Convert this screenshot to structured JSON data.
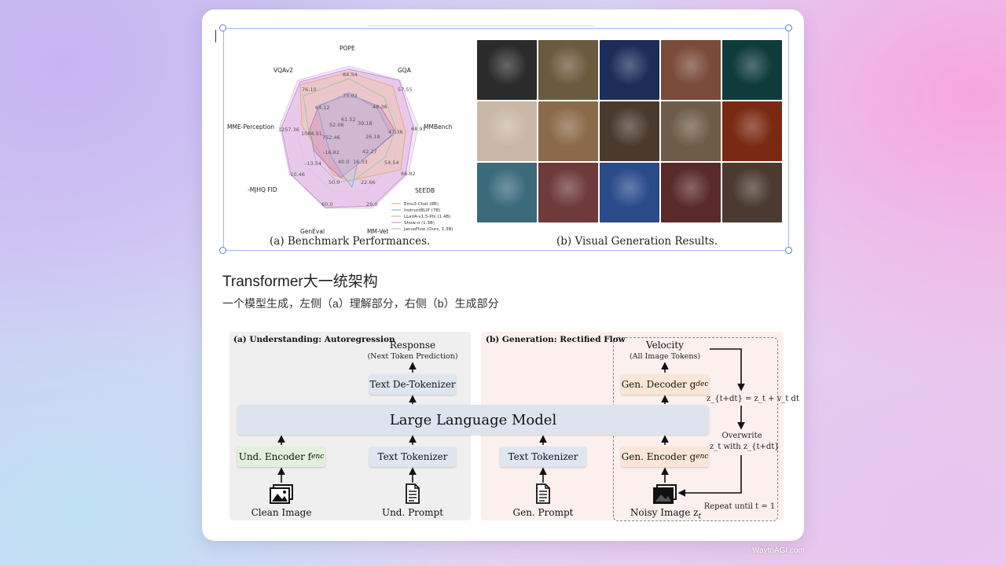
{
  "radar": {
    "axes": [
      "POPE",
      "GQA",
      "MMBench",
      "SEEDB",
      "MM-Vet",
      "GenEval",
      "-MJHQ FID",
      "MME-Perception",
      "VQAv2"
    ],
    "values": [
      "84.54",
      "73.03",
      "64.12",
      "61.52",
      "52.06",
      "1084.91",
      "752.46",
      "1257.36",
      "-16.82",
      "-13.54",
      "-10.46",
      "42.27",
      "40.0",
      "16.33",
      "22.66",
      "29.0",
      "50.0",
      "60.0",
      "76.10",
      "57.55",
      "48.36",
      "39.18",
      "26.18",
      "47.36",
      "68.93",
      "54.54",
      "66.82"
    ],
    "legend": [
      "Emu3-Chat (8B)",
      "InstructBLIP (7B)",
      "LLaVA-v1.5-Phi (1.4B)",
      "Show-o (1.3B)",
      "JanusFlow (Ours, 1.3B)"
    ],
    "colors": {
      "emu3": "#e9b98a",
      "instructblip": "#8fb2e3",
      "llava": "#9fd39a",
      "showo": "#d79bc7",
      "janus": "#cfb0e6"
    }
  },
  "captions": {
    "a": "(a)  Benchmark Performances.",
    "b": "(b)  Visual Generation Results."
  },
  "section": {
    "title": "Transformer大一统架构",
    "description": "一个模型生成，左侧（a）理解部分，右侧（b）生成部分"
  },
  "diagram": {
    "panel_a_title": "(a) Understanding: Autoregression",
    "panel_b_title": "(b) Generation: Rectified Flow",
    "response": "Response",
    "response_sub": "(Next Token Prediction)",
    "text_detokenizer": "Text De-Tokenizer",
    "llm": "Large Language Model",
    "und_encoder": "Und. Encoder f",
    "und_encoder_sub": "enc",
    "text_tokenizer_a": "Text Tokenizer",
    "clean_image": "Clean Image",
    "und_prompt": "Und. Prompt",
    "text_tokenizer_b": "Text Tokenizer",
    "gen_prompt": "Gen. Prompt",
    "velocity": "Velocity",
    "velocity_sub": "(All Image Tokens)",
    "gen_decoder": "Gen. Decoder g",
    "gen_decoder_sub": "dec",
    "gen_encoder": "Gen. Encoder g",
    "gen_encoder_sub": "enc",
    "noisy_image": "Noisy Image z",
    "noisy_image_sub": "t",
    "update_eq": "z_{t+dt} = z_t + v_t dt",
    "overwrite": "Overwrite",
    "overwrite_eq": "z_t with z_{t+dt}",
    "repeat": "Repeat until t = 1"
  },
  "tiles": [
    "#2b2b2b",
    "#6b5a3e",
    "#1e2c5a",
    "#7a4a3a",
    "#0f3b3a",
    "#c9b7a6",
    "#8a6a4a",
    "#4a3a2e",
    "#6f5c48",
    "#7a2a12",
    "#3b6a7a",
    "#6e3a3a",
    "#2a4a8a",
    "#5a2a2a",
    "#4a3a30"
  ],
  "watermark": "WaytoAGI.com"
}
